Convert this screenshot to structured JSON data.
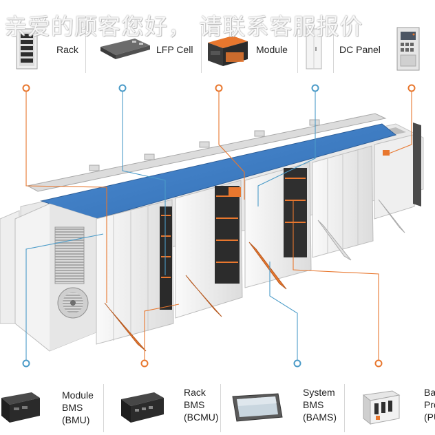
{
  "watermark_text": "亲爱的顾客您好， 请联系客服报价",
  "components_top": [
    {
      "label": "Rack",
      "icon": "rack-cabinet-icon"
    },
    {
      "label": "LFP Cell",
      "icon": "lfp-cell-icon"
    },
    {
      "label": "Module",
      "icon": "battery-module-icon"
    },
    {
      "label": "",
      "icon": "cabinet-icon"
    },
    {
      "label": "DC Panel",
      "icon": "dc-panel-icon"
    }
  ],
  "components_bottom": [
    {
      "lines": [
        "Module",
        "BMS",
        "(BMU)"
      ],
      "icon": "bmu-board-icon"
    },
    {
      "lines": [
        "Rack",
        "BMS",
        "(BCMU)"
      ],
      "icon": "bcmu-board-icon"
    },
    {
      "lines": [
        "System",
        "BMS",
        "(BAMS)"
      ],
      "icon": "bams-touchscreen-icon"
    },
    {
      "lines": [
        "Ba",
        "Pro",
        "(PU"
      ],
      "icon": "protection-unit-icon"
    }
  ],
  "colors": {
    "orange": "#e8772e",
    "blue": "#4b9bc8",
    "roof": "#3f7ec4",
    "cabinet": "#f1f1f1",
    "cabinet_shade": "#d5d5d5"
  }
}
